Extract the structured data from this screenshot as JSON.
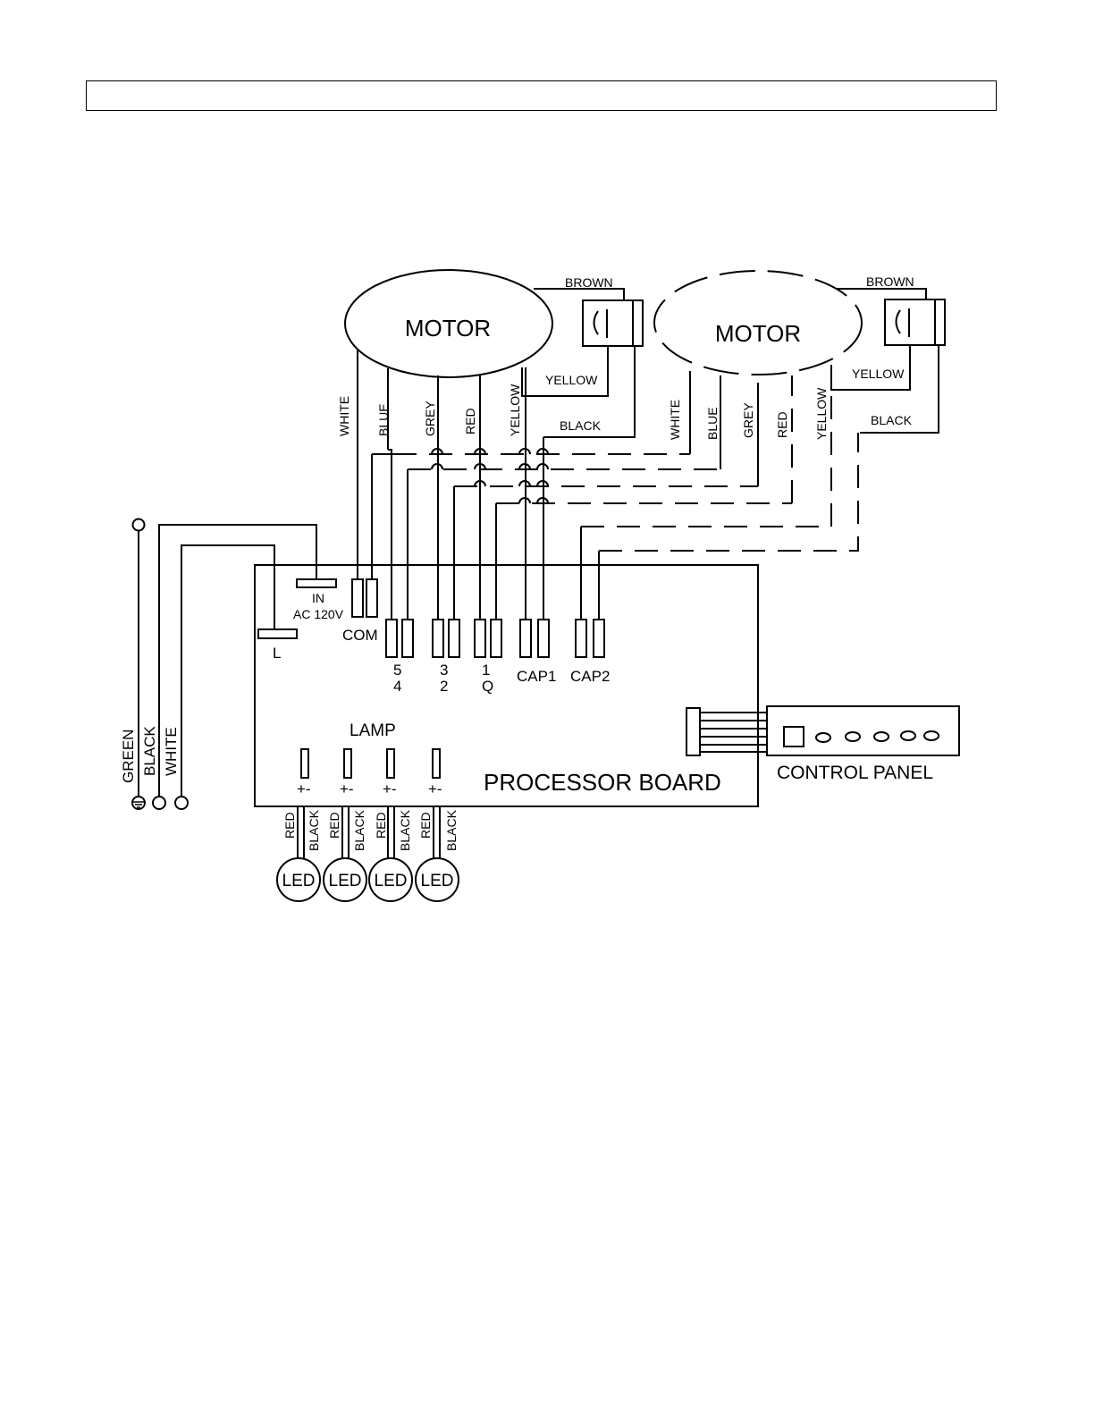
{
  "motors": [
    {
      "label": "MOTOR"
    },
    {
      "label": "MOTOR"
    }
  ],
  "wire_labels": {
    "brown": "BROWN",
    "yellow": "YELLOW",
    "black": "BLACK",
    "white": "WHITE",
    "blue": "BLUE",
    "grey": "GREY",
    "red": "RED",
    "green": "GREEN"
  },
  "board": {
    "title": "PROCESSOR BOARD",
    "in_label": "IN",
    "ac_label": "AC 120V",
    "l_label": "L",
    "com_label": "COM",
    "terminals": [
      {
        "top": "5",
        "bottom": "4"
      },
      {
        "top": "3",
        "bottom": "2"
      },
      {
        "top": "1",
        "bottom": "Q"
      }
    ],
    "cap1": "CAP1",
    "cap2": "CAP2",
    "lamp_label": "LAMP",
    "lamp_polarity": [
      "+-",
      "+-",
      "+-",
      "+-"
    ]
  },
  "leds": [
    "LED",
    "LED",
    "LED",
    "LED"
  ],
  "control_panel": {
    "label": "CONTROL PANEL"
  },
  "icons": {
    "ground": "ground-icon",
    "capacitor": "capacitor-icon",
    "switch": "switch-icon"
  }
}
